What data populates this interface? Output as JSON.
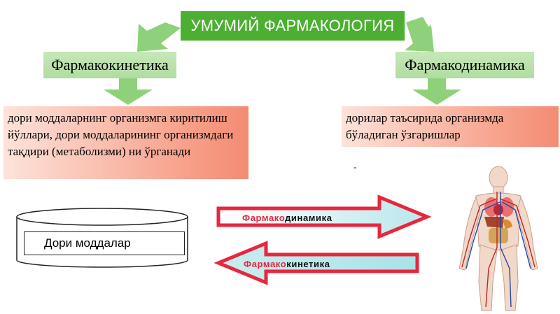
{
  "title": "УМУМИЙ ФАРМАКОЛОГИЯ",
  "left_branch": {
    "label": "Фармакокинетика",
    "description": "дори моддаларнинг организмга киритилиш йўллари, дори моддаларининг организмдаги тақдири (метаболизми) ни ўрганади"
  },
  "right_branch": {
    "label": "Фармакодинамика",
    "description": "дорилар таъсирида организмда бўладиган ўзгаришлар"
  },
  "dash": "-",
  "drug_box": {
    "label": "Дори моддалар"
  },
  "arrows": {
    "right": {
      "prefix": "Фармако",
      "suffix": "динамика"
    },
    "left": {
      "prefix": "Фармако",
      "suffix": "кинетика"
    }
  },
  "icons": {
    "body": "human-anatomy-icon",
    "cylinder": "database-cylinder-icon",
    "down_arrow": "green-down-arrow-icon"
  },
  "colors": {
    "title_bg": "#4caf32",
    "green_arrow": "#8fd17a",
    "desc_bg": "#f7a08a",
    "arrow_outline": "#e8263c",
    "arrow_fill": "#c8eef0",
    "prefix_text": "#e8263c"
  }
}
